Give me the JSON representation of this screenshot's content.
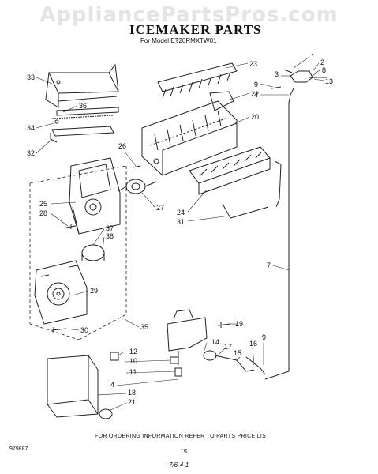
{
  "watermark": "AppliancePartsPros.com",
  "header": {
    "title": "ICEMAKER PARTS",
    "model": "For Model ET20RMXTW01"
  },
  "callouts": [
    "1",
    "2",
    "3",
    "8",
    "13",
    "9",
    "4",
    "23",
    "22",
    "20",
    "33",
    "36",
    "34",
    "32",
    "26",
    "25",
    "28",
    "27",
    "24",
    "31",
    "37",
    "38",
    "29",
    "30",
    "35",
    "7",
    "19",
    "12",
    "10",
    "11",
    "14",
    "17",
    "15",
    "16",
    "9",
    "4",
    "18",
    "21"
  ],
  "footer": {
    "note": "FOR ORDERING INFORMATION REFER TO PARTS PRICE LIST",
    "doc_number": "979887",
    "page": "15",
    "revision": "7/6-4-1"
  }
}
